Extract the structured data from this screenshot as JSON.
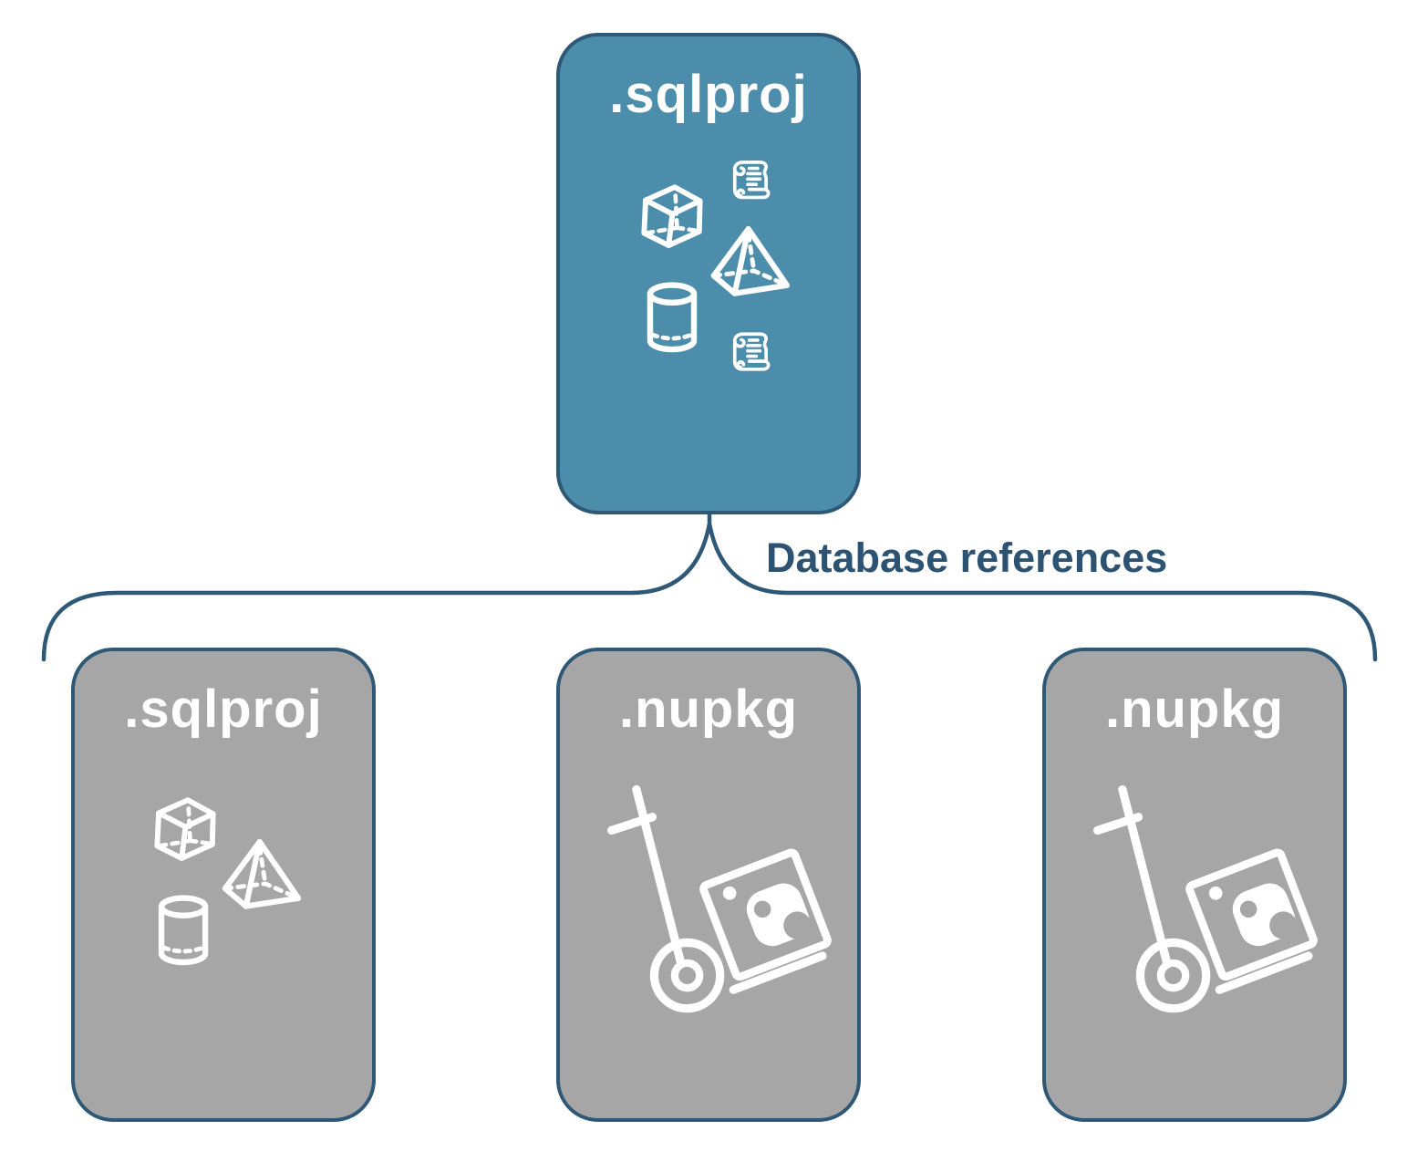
{
  "diagram": {
    "parent": {
      "label": ".sqlproj",
      "fill": "#4b8daa",
      "icons": [
        "script-scroll-icon",
        "cube-icon",
        "pyramid-icon",
        "cylinder-icon",
        "script-scroll-icon"
      ]
    },
    "edge_label": "Database references",
    "children": [
      {
        "label": ".sqlproj",
        "fill": "#a6a6a6",
        "icons": [
          "cube-icon",
          "pyramid-icon",
          "cylinder-icon"
        ]
      },
      {
        "label": ".nupkg",
        "fill": "#a6a6a6",
        "icons": [
          "package-dolly-icon"
        ]
      },
      {
        "label": ".nupkg",
        "fill": "#a6a6a6",
        "icons": [
          "package-dolly-icon"
        ]
      }
    ],
    "colors": {
      "parent_fill": "#4b8daa",
      "child_fill": "#a6a6a6",
      "outline": "#2e5876",
      "edge_label_color": "#2d5373",
      "icon_stroke": "#ffffff",
      "background": "#ffffff"
    }
  }
}
